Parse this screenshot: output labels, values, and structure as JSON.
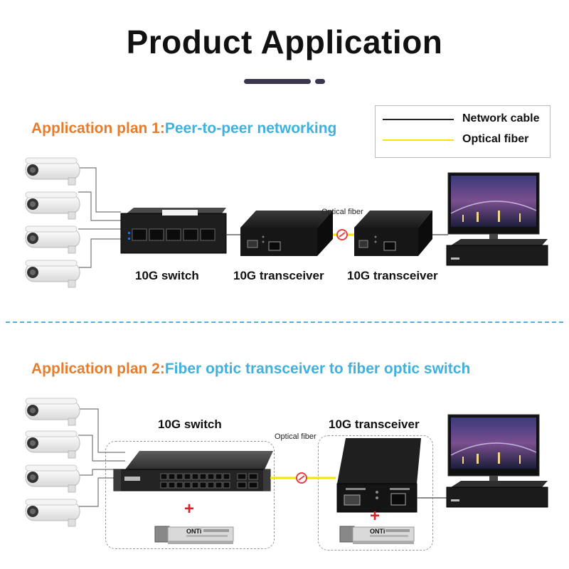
{
  "title": "Product Application",
  "legend": {
    "network_cable": "Network cable",
    "optical_fiber": "Optical fiber",
    "network_cable_color": "#222222",
    "optical_fiber_color": "#f5e400"
  },
  "plan1": {
    "prefix": "Application plan 1:",
    "description": "Peer-to-peer networking",
    "switch_label": "10G switch",
    "transceiver1_label": "10G transceiver",
    "transceiver2_label": "10G transceiver",
    "fiber_label": "Optical fiber"
  },
  "plan2": {
    "prefix": "Application plan 2:",
    "description": "Fiber optic transceiver to fiber optic switch",
    "switch_label": "10G switch",
    "transceiver_label": "10G transceiver",
    "fiber_label": "Optical fiber",
    "sfp_brand": "ONTi",
    "plus": "+"
  },
  "colors": {
    "accent_orange": "#e67c2d",
    "accent_blue": "#3fb1de",
    "fiber_yellow": "#f5e400"
  }
}
